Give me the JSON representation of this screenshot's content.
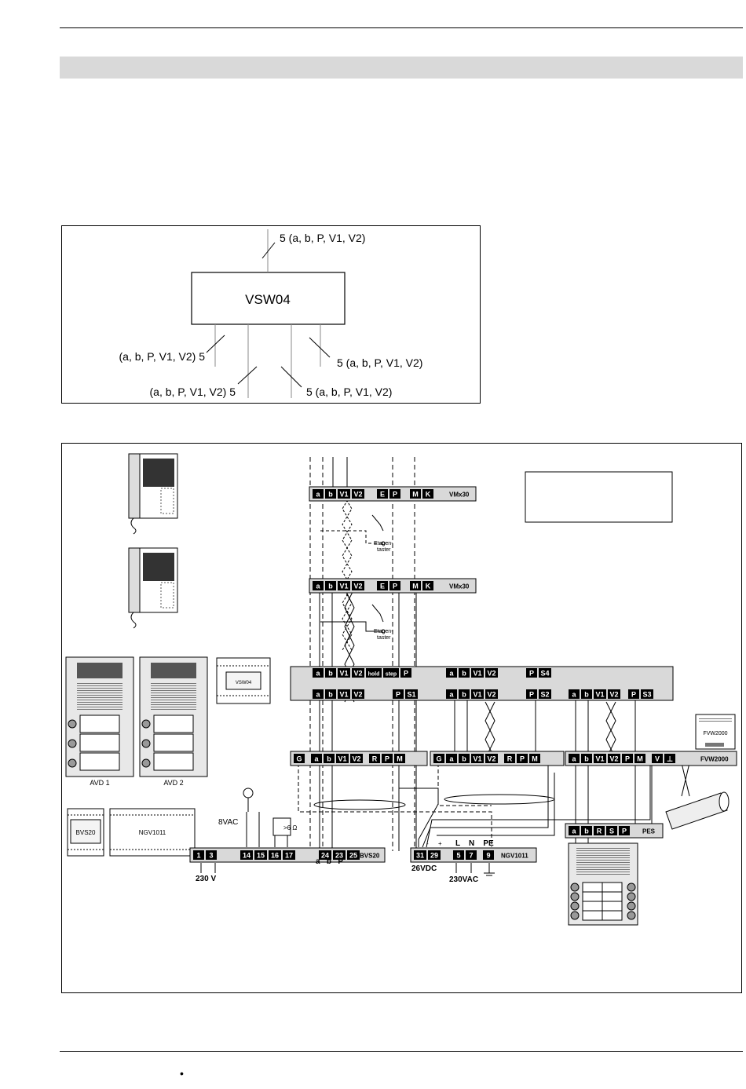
{
  "overview": {
    "box_label": "VSW04",
    "line_top": "5 (a, b, P, V1, V2)",
    "line_left": "(a, b, P, V1, V2) 5",
    "line_right": "5 (a, b, P, V1, V2)",
    "line_bottom_left": "(a, b, P, V1, V2) 5",
    "line_bottom_right": "5 (a, b, P, V1, V2)"
  },
  "wiring": {
    "vmx_top": {
      "terminals": [
        "a",
        "b",
        "V1",
        "V2",
        "E",
        "P",
        "M",
        "K"
      ],
      "name": "VMx30"
    },
    "vmx_mid": {
      "terminals": [
        "a",
        "b",
        "V1",
        "V2",
        "E",
        "P",
        "M",
        "K"
      ],
      "name": "VMx30"
    },
    "etagen_label_1": "Etagen-",
    "etagen_label_2": "taster",
    "vsw_upper_left": [
      "a",
      "b",
      "V1",
      "V2",
      "hold",
      "step",
      "P"
    ],
    "vsw_upper_mid": [
      "a",
      "b",
      "V1",
      "V2"
    ],
    "vsw_upper_right": [
      "P",
      "S4"
    ],
    "vsw_lower_1": [
      "a",
      "b",
      "V1",
      "V2"
    ],
    "vsw_lower_1b": [
      "P",
      "S1"
    ],
    "vsw_lower_2": [
      "a",
      "b",
      "V1",
      "V2"
    ],
    "vsw_lower_2b": [
      "P",
      "S2"
    ],
    "vsw_lower_3": [
      "a",
      "b",
      "V1",
      "V2"
    ],
    "vsw_lower_3b": [
      "P",
      "S3"
    ],
    "avd1_terms": [
      "G",
      "a",
      "b",
      "V1",
      "V2",
      "R",
      "P",
      "M"
    ],
    "avd2_terms": [
      "G",
      "a",
      "b",
      "V1",
      "V2",
      "R",
      "P",
      "M"
    ],
    "fvw_terms": [
      "a",
      "b",
      "V1",
      "V2",
      "P",
      "M",
      "V",
      "⊥"
    ],
    "fvw_name": "FVW2000",
    "fvw_device_label": "FVW2000",
    "pes_terms": [
      "a",
      "b",
      "R",
      "S",
      "P"
    ],
    "pes_name": "PES",
    "bvs_terms": [
      "1",
      "3",
      "14",
      "15",
      "16",
      "17",
      "24",
      "23",
      "25"
    ],
    "bvs_name": "BVS20",
    "ngv_terms": [
      "31",
      "29",
      "5",
      "7",
      "9"
    ],
    "ngv_name": "NGV1011",
    "label_8vac": "8VAC",
    "label_ohm": ">6 Ω",
    "label_230v": "230 V",
    "label_abp": "a   b   P",
    "label_26vdc": "26VDC",
    "label_plus": "+",
    "label_minus": "-",
    "label_lnpe": "L    N    PE",
    "label_230vac": "230VAC",
    "avd1_label": "AVD 1",
    "avd2_label": "AVD 2",
    "vsw_device_label": "VSW04",
    "bvs_device_label": "BVS20",
    "ngv_device_label": "NGV1011"
  },
  "footer": {
    "bullet": "•"
  }
}
